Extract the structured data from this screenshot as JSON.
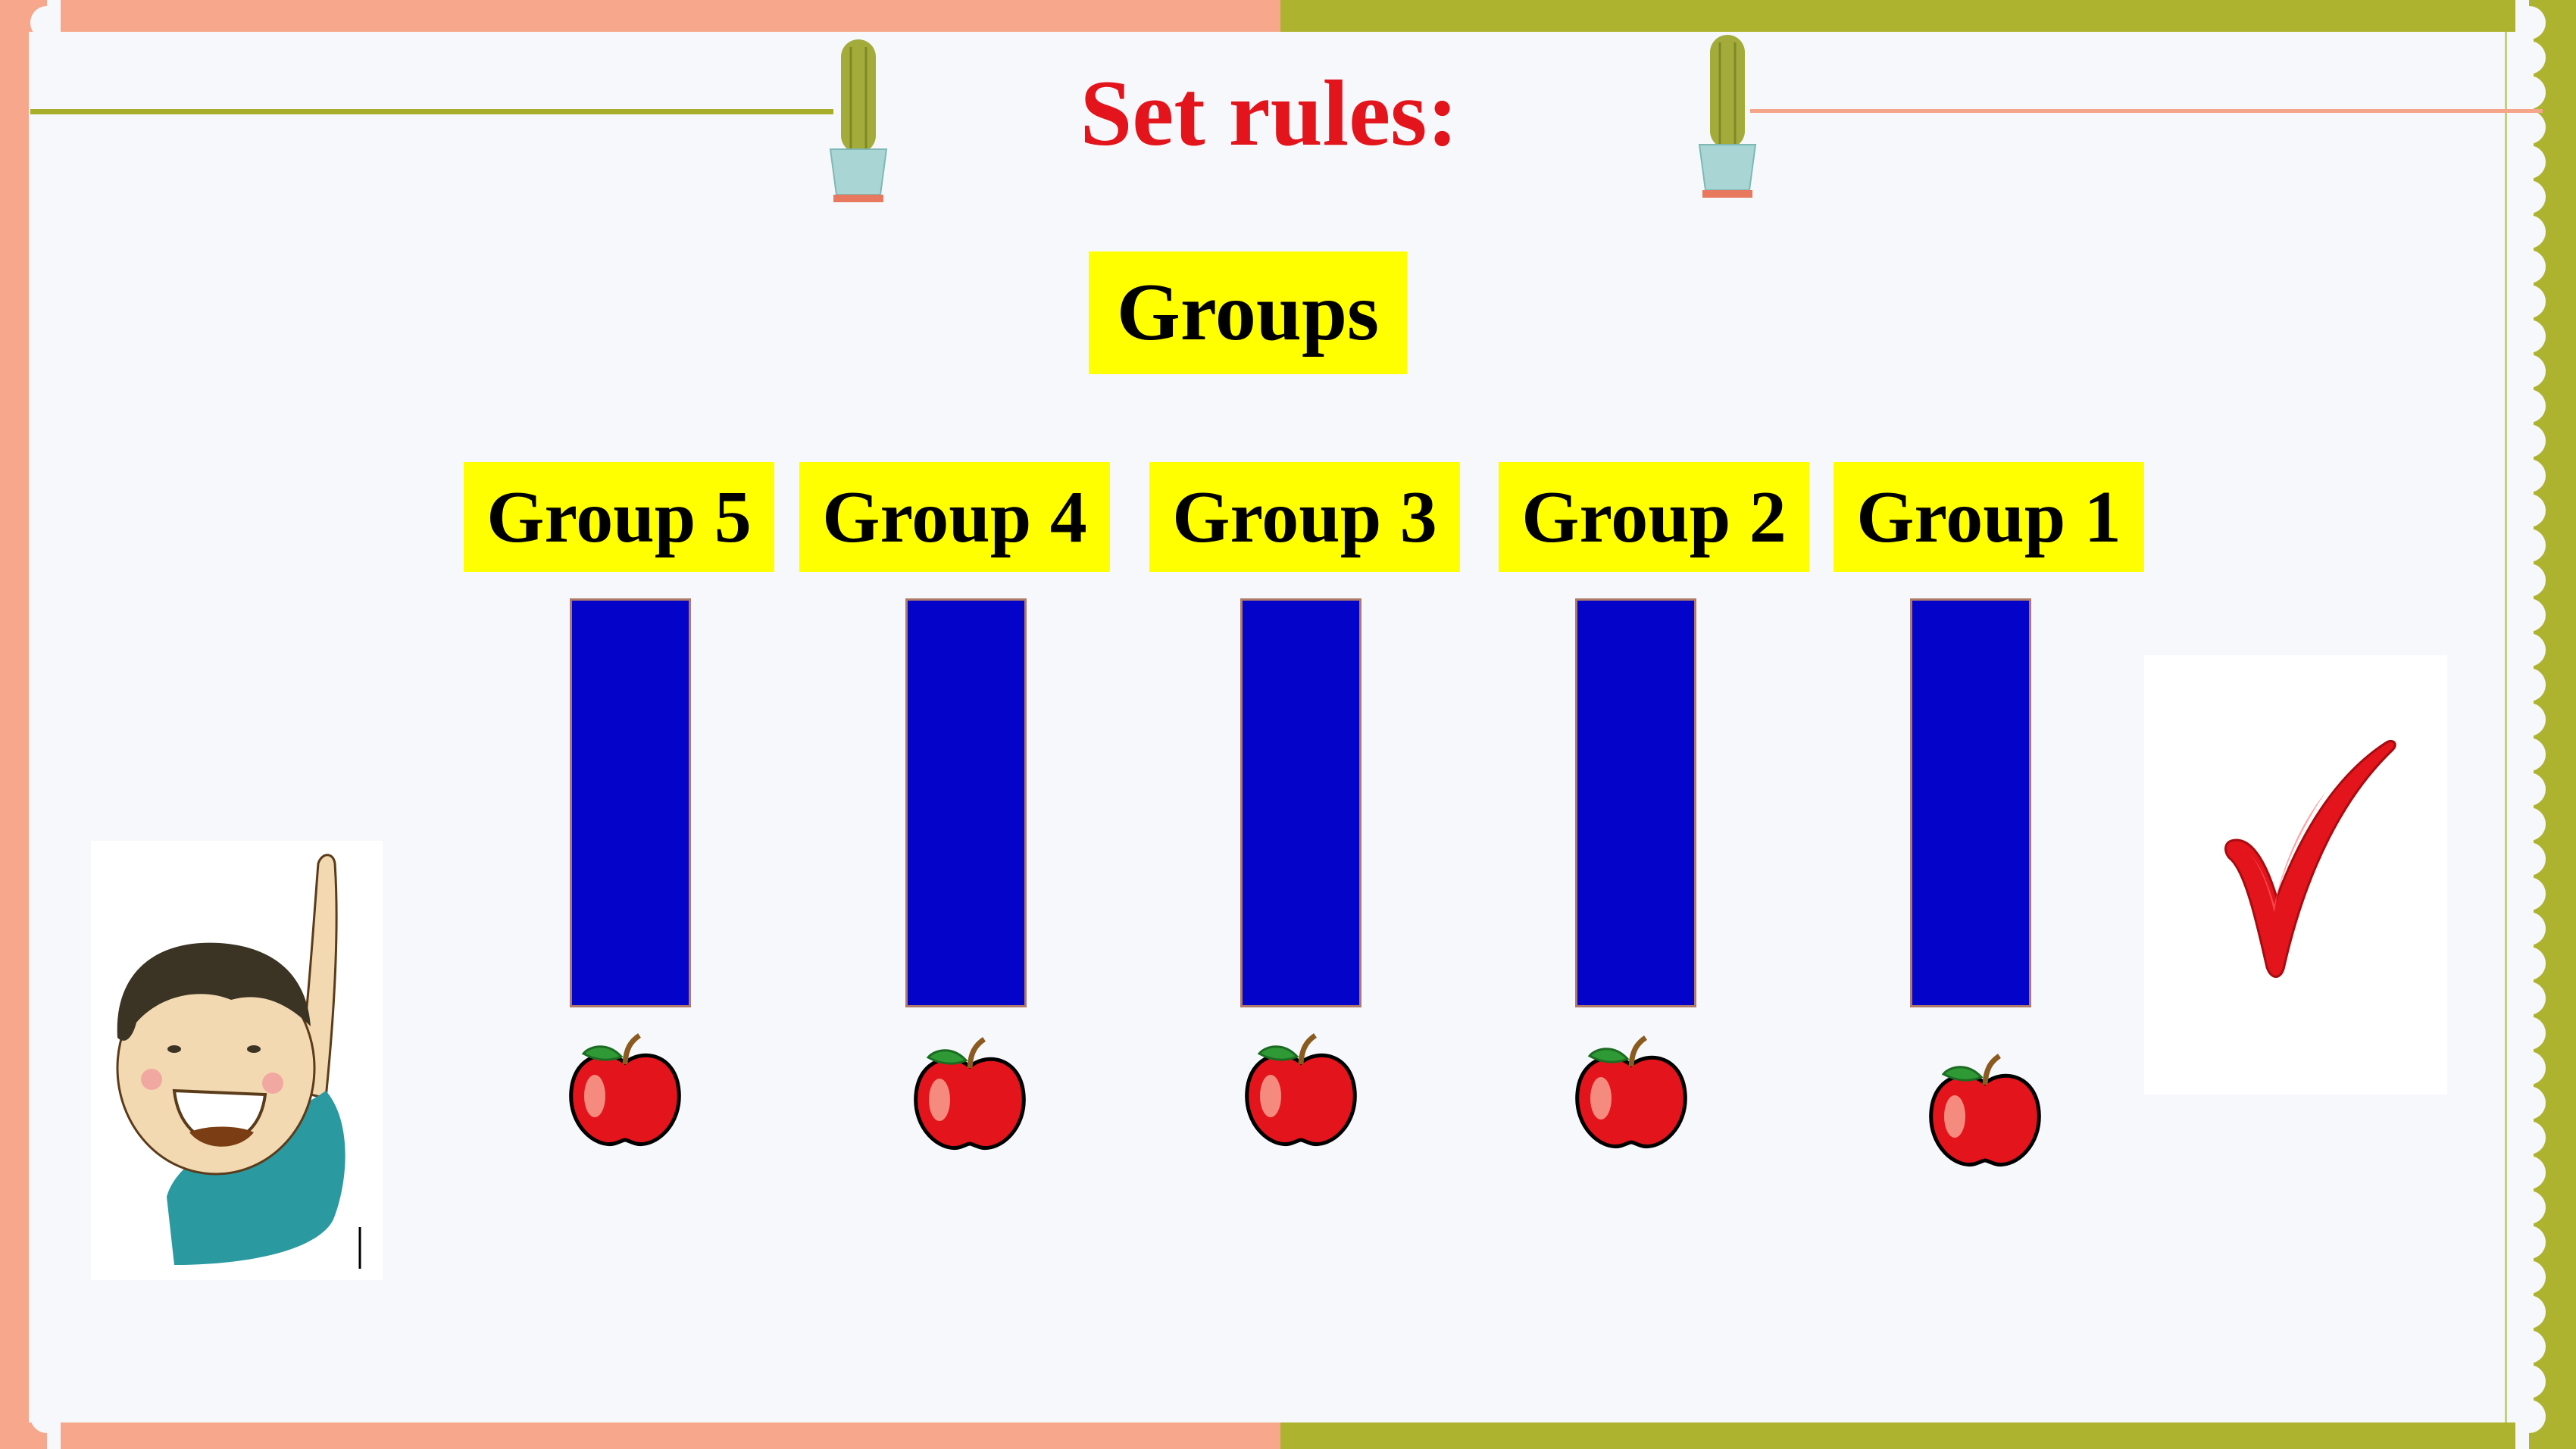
{
  "slide": {
    "title": "Set rules:",
    "groups_heading": "Groups",
    "group_labels": [
      "Group 5",
      "Group 4",
      "Group 3",
      "Group 2",
      "Group 1"
    ]
  },
  "colors": {
    "title": "#e3141b",
    "label_background": "#ffff00",
    "bar": "#0303c9",
    "frame_left": "#f7a88c",
    "frame_right": "#aeb32f",
    "apple": "#e3141b",
    "check": "#e3141b"
  },
  "icons": [
    "cactus-icon",
    "apple-icon",
    "boy-raising-hand-illustration",
    "checkmark-icon"
  ]
}
